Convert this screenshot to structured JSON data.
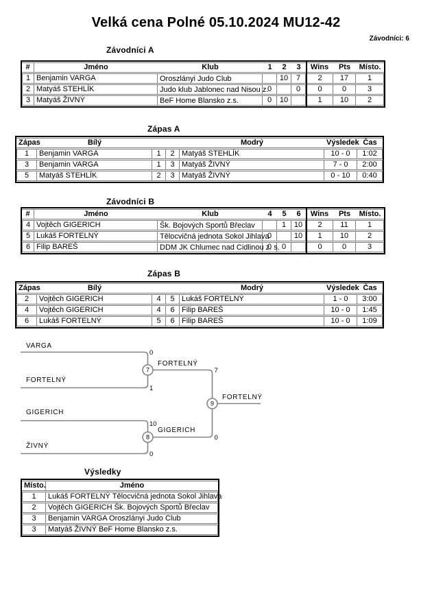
{
  "title": "Velká cena Polné 05.10.2024 MU12-42",
  "competitors_count": "Závodníci: 6",
  "colors": {
    "border_outer": "#000000",
    "border_inner": "#7d7d7d",
    "bracket_line": "#848484",
    "background": "#ffffff"
  },
  "pool_a": {
    "heading": "Závodníci A",
    "headers": {
      "num": "#",
      "name": "Jméno",
      "club": "Klub",
      "c1": "1",
      "c2": "2",
      "c3": "3",
      "wins": "Wins",
      "pts": "Pts",
      "place": "Místo."
    },
    "rows": [
      {
        "num": "1",
        "name": "Benjamin VARGA",
        "club": "Oroszlányi Judo Club",
        "c1": "",
        "c2": "10",
        "c3": "7",
        "wins": "2",
        "pts": "17",
        "place": "1"
      },
      {
        "num": "2",
        "name": "Matyáš STEHLÍK",
        "club": "Judo klub Jablonec nad Nisou z.",
        "c1": "0",
        "c2": "",
        "c3": "0",
        "wins": "0",
        "pts": "0",
        "place": "3"
      },
      {
        "num": "3",
        "name": "Matyáš ŽIVNÝ",
        "club": "BeF Home Blansko z.s.",
        "c1": "0",
        "c2": "10",
        "c3": "",
        "wins": "1",
        "pts": "10",
        "place": "2"
      }
    ]
  },
  "matches_a": {
    "heading": "Zápas A",
    "headers": {
      "match": "Zápas",
      "white": "Bílý",
      "blue": "Modrý",
      "result": "Výsledek",
      "time": "Čas"
    },
    "rows": [
      {
        "match": "1",
        "white": "Benjamin VARGA",
        "wnum": "1",
        "bnum": "2",
        "blue": "Matyáš STEHLÍK",
        "result": "10 - 0",
        "time": "1:02"
      },
      {
        "match": "3",
        "white": "Benjamin VARGA",
        "wnum": "1",
        "bnum": "3",
        "blue": "Matyáš ŽIVNÝ",
        "result": "7 - 0",
        "time": "2:00"
      },
      {
        "match": "5",
        "white": "Matyáš STEHLÍK",
        "wnum": "2",
        "bnum": "3",
        "blue": "Matyáš ŽIVNÝ",
        "result": "0 - 10",
        "time": "0:40"
      }
    ]
  },
  "pool_b": {
    "heading": "Závodníci B",
    "headers": {
      "num": "#",
      "name": "Jméno",
      "club": "Klub",
      "c1": "4",
      "c2": "5",
      "c3": "6",
      "wins": "Wins",
      "pts": "Pts",
      "place": "Místo."
    },
    "rows": [
      {
        "num": "4",
        "name": "Vojtěch GIGERICH",
        "club": "Šk. Bojových Sportů Břeclav",
        "c1": "",
        "c2": "1",
        "c3": "10",
        "wins": "2",
        "pts": "11",
        "place": "1"
      },
      {
        "num": "5",
        "name": "Lukáš FORTELNÝ",
        "club": "Tělocvičná jednota Sokol Jihlava",
        "c1": "0",
        "c2": "",
        "c3": "10",
        "wins": "1",
        "pts": "10",
        "place": "2"
      },
      {
        "num": "6",
        "name": "Filip BAREŠ",
        "club": "DDM JK Chlumec nad Cidlinou z. s.",
        "c1": "0",
        "c2": "0",
        "c3": "",
        "wins": "0",
        "pts": "0",
        "place": "3"
      }
    ]
  },
  "matches_b": {
    "heading": "Zápas B",
    "headers": {
      "match": "Zápas",
      "white": "Bílý",
      "blue": "Modrý",
      "result": "Výsledek",
      "time": "Čas"
    },
    "rows": [
      {
        "match": "2",
        "white": "Vojtěch GIGERICH",
        "wnum": "4",
        "bnum": "5",
        "blue": "Lukáš FORTELNÝ",
        "result": "1 - 0",
        "time": "3:00"
      },
      {
        "match": "4",
        "white": "Vojtěch GIGERICH",
        "wnum": "4",
        "bnum": "6",
        "blue": "Filip BAREŠ",
        "result": "10 - 0",
        "time": "1:45"
      },
      {
        "match": "6",
        "white": "Lukáš FORTELNÝ",
        "wnum": "5",
        "bnum": "6",
        "blue": "Filip BAREŠ",
        "result": "10 - 0",
        "time": "1:09"
      }
    ]
  },
  "bracket": {
    "semi1": {
      "match_no": "7",
      "top_name": "VARGA",
      "top_score": "0",
      "bottom_name": "FORTELNÝ",
      "bottom_score": "1",
      "winner": "FORTELNÝ"
    },
    "semi2": {
      "match_no": "8",
      "top_name": "GIGERICH",
      "top_score": "10",
      "bottom_name": "ŽIVNÝ",
      "bottom_score": "0",
      "winner": "GIGERICH"
    },
    "final": {
      "match_no": "9",
      "top_score": "7",
      "bottom_score": "0",
      "winner": "FORTELNÝ"
    }
  },
  "results": {
    "heading": "Výsledky",
    "headers": {
      "place": "Místo.",
      "name": "Jméno"
    },
    "rows": [
      {
        "place": "1",
        "name": "Lukáš FORTELNÝ Tělocvičná jednota Sokol Jihlava"
      },
      {
        "place": "2",
        "name": "Vojtěch GIGERICH Šk. Bojových Sportů Břeclav"
      },
      {
        "place": "3",
        "name": "Benjamin VARGA Oroszlányi Judo Club"
      },
      {
        "place": "3",
        "name": "Matyáš ŽIVNÝ BeF Home Blansko z.s."
      }
    ]
  }
}
